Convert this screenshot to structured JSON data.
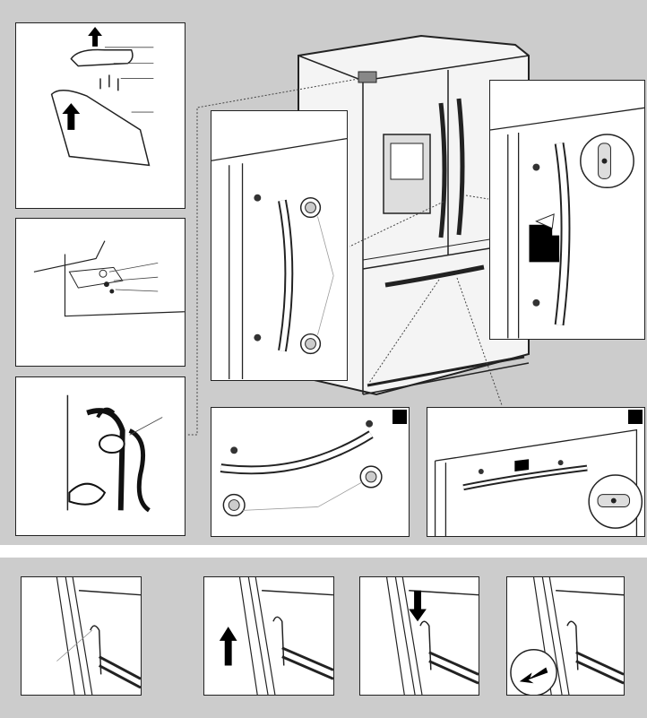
{
  "page": {
    "background": "#cfcfcf",
    "separator_color": "#ffffff",
    "line_color": "#222222"
  },
  "top_section": {
    "panels": [
      {
        "id": "hinge-removal-detail",
        "icon": "hinge-cover-arrow-icon"
      },
      {
        "id": "hinge-screws-detail",
        "icon": "hinge-screws-icon"
      },
      {
        "id": "water-line-detail",
        "icon": "water-line-disconnect-icon"
      },
      {
        "id": "fridge-handle-detail",
        "icon": "handle-setscrew-icon"
      },
      {
        "id": "fridge-handle-setscrew-inset",
        "icon": "setscrew-loosen-icon"
      },
      {
        "id": "freezer-handle-detail",
        "icon": "freezer-handle-icon",
        "badge": true
      },
      {
        "id": "freezer-handle-setscrew-inset",
        "icon": "freezer-setscrew-icon",
        "badge": true
      }
    ]
  },
  "bottom_section": {
    "steps": [
      {
        "id": "drawer-rail-step-1",
        "icon": "drawer-rail-icon"
      },
      {
        "id": "drawer-rail-step-2",
        "icon": "lift-up-arrow-icon"
      },
      {
        "id": "drawer-rail-step-3",
        "icon": "push-down-arrow-icon"
      },
      {
        "id": "drawer-rail-step-4",
        "icon": "pull-out-arrow-icon"
      }
    ]
  }
}
